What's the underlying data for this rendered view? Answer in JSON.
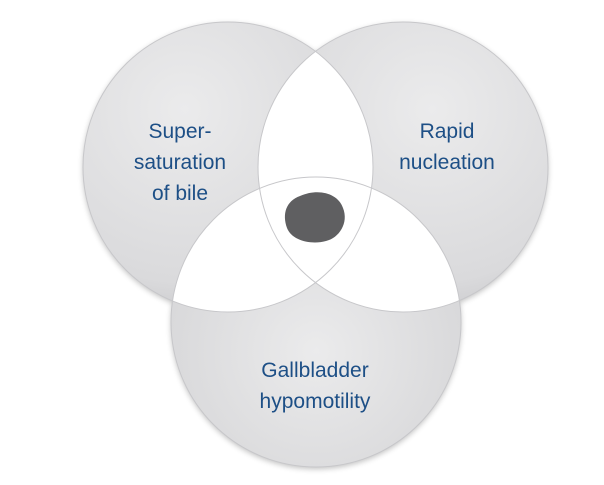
{
  "diagram": {
    "type": "venn-3",
    "colors": {
      "circle_fill_light": "#e4e4e5",
      "circle_fill_dark": "#bdbdc0",
      "overlap_fill": "#ffffff",
      "circle_edge": "#c7c7ca",
      "label_text": "#1d4f86",
      "stone_fill": "#5f5f61"
    },
    "circles": [
      {
        "id": "left",
        "lines": [
          "Super-",
          "saturation",
          "of bile"
        ]
      },
      {
        "id": "right",
        "lines": [
          "Rapid",
          "nucleation"
        ]
      },
      {
        "id": "bottom",
        "lines": [
          "Gallbladder",
          "hypomotility"
        ]
      }
    ],
    "center_icon": "gallstone-icon"
  }
}
